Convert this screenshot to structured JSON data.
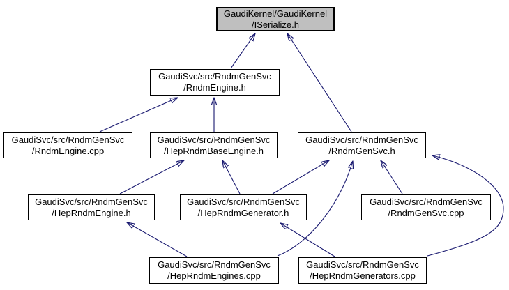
{
  "colors": {
    "edge": "#191970",
    "node-bg": "#ffffff",
    "node-border": "#000000",
    "highlight-bg": "#bfbfbf",
    "text": "#000000",
    "background": "#ffffff"
  },
  "graph": {
    "type": "include-dependency-graph",
    "nodes": {
      "iserialize_h": {
        "label": "GaudiKernel/GaudiKernel\n/ISerialize.h",
        "highlighted": true
      },
      "rndmengine_h": {
        "label": "GaudiSvc/src/RndmGenSvc\n/RndmEngine.h",
        "highlighted": false
      },
      "rndmengine_cpp": {
        "label": "GaudiSvc/src/RndmGenSvc\n/RndmEngine.cpp",
        "highlighted": false
      },
      "heprndmbaseengine_h": {
        "label": "GaudiSvc/src/RndmGenSvc\n/HepRndmBaseEngine.h",
        "highlighted": false
      },
      "rndmgensvc_h": {
        "label": "GaudiSvc/src/RndmGenSvc\n/RndmGenSvc.h",
        "highlighted": false
      },
      "heprndmengine_h": {
        "label": "GaudiSvc/src/RndmGenSvc\n/HepRndmEngine.h",
        "highlighted": false
      },
      "heprndmgenerator_h": {
        "label": "GaudiSvc/src/RndmGenSvc\n/HepRndmGenerator.h",
        "highlighted": false
      },
      "rndmgensvc_cpp": {
        "label": "GaudiSvc/src/RndmGenSvc\n/RndmGenSvc.cpp",
        "highlighted": false
      },
      "heprndmengines_cpp": {
        "label": "GaudiSvc/src/RndmGenSvc\n/HepRndmEngines.cpp",
        "highlighted": false
      },
      "heprndmgenerators_cpp": {
        "label": "GaudiSvc/src/RndmGenSvc\n/HepRndmGenerators.cpp",
        "highlighted": false
      }
    },
    "edges": [
      {
        "from": "rndmengine_h",
        "to": "iserialize_h"
      },
      {
        "from": "rndmgensvc_h",
        "to": "iserialize_h"
      },
      {
        "from": "rndmengine_cpp",
        "to": "rndmengine_h"
      },
      {
        "from": "heprndmbaseengine_h",
        "to": "rndmengine_h"
      },
      {
        "from": "heprndmengine_h",
        "to": "heprndmbaseengine_h"
      },
      {
        "from": "heprndmgenerator_h",
        "to": "heprndmbaseengine_h"
      },
      {
        "from": "heprndmgenerator_h",
        "to": "rndmgensvc_h"
      },
      {
        "from": "rndmgensvc_cpp",
        "to": "rndmgensvc_h"
      },
      {
        "from": "heprndmengines_cpp",
        "to": "heprndmengine_h"
      },
      {
        "from": "heprndmengines_cpp",
        "to": "rndmgensvc_h"
      },
      {
        "from": "heprndmgenerators_cpp",
        "to": "heprndmgenerator_h"
      },
      {
        "from": "heprndmgenerators_cpp",
        "to": "rndmgensvc_h"
      }
    ]
  }
}
